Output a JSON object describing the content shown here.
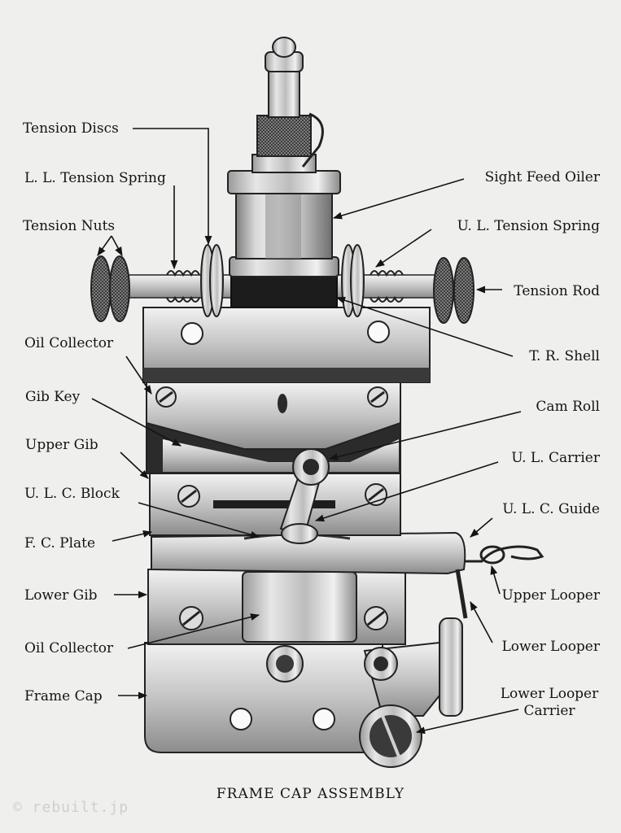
{
  "caption": "FRAME CAP ASSEMBLY",
  "watermark": "© rebuilt.jp",
  "labels": {
    "tension_discs": "Tension Discs",
    "ll_tension_spring": "L. L. Tension Spring",
    "tension_nuts": "Tension Nuts",
    "oil_collector_top": "Oil Collector",
    "gib_key": "Gib Key",
    "upper_gib": "Upper Gib",
    "ulc_block": "U. L. C. Block",
    "fc_plate": "F. C. Plate",
    "lower_gib": "Lower Gib",
    "oil_collector_bottom": "Oil Collector",
    "frame_cap": "Frame Cap",
    "sight_feed_oiler": "Sight Feed Oiler",
    "ul_tension_spring": "U. L. Tension Spring",
    "tension_rod": "Tension Rod",
    "tr_shell": "T. R. Shell",
    "cam_roll": "Cam Roll",
    "ul_carrier": "U. L. Carrier",
    "ulc_guide": "U. L. C. Guide",
    "upper_looper": "Upper Looper",
    "lower_looper": "Lower Looper",
    "lower_looper_carrier_1": "Lower Looper",
    "lower_looper_carrier_2": "Carrier"
  }
}
